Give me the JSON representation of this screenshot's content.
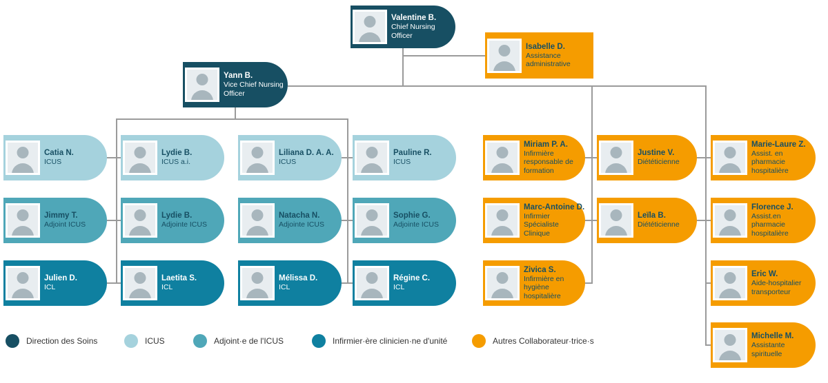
{
  "colors": {
    "navy": "#174f63",
    "light_blue": "#a5d2dd",
    "teal": "#4fa7b8",
    "dark_teal": "#0f80a0",
    "orange": "#f59c00",
    "connector": "#9a9a9a",
    "text_dark": "#174f63",
    "text_light": "#ffffff"
  },
  "people": {
    "valentine": {
      "name": "Valentine B.",
      "role": "Chief Nursing Officer"
    },
    "isabelle": {
      "name": "Isabelle D.",
      "role": "Assistance administrative"
    },
    "yann": {
      "name": "Yann B.",
      "role": "Vice Chief Nursing Officer"
    },
    "catia": {
      "name": "Catia N.",
      "role": "ICUS"
    },
    "jimmy": {
      "name": "Jimmy T.",
      "role": "Adjoint ICUS"
    },
    "julien": {
      "name": "Julien D.",
      "role": "ICL"
    },
    "lydie1": {
      "name": "Lydie B.",
      "role": "ICUS a.i."
    },
    "lydie2": {
      "name": "Lydie B.",
      "role": "Adjointe ICUS"
    },
    "laetita": {
      "name": "Laetita S.",
      "role": "ICL"
    },
    "liliana": {
      "name": "Liliana D. A. A.",
      "role": "ICUS"
    },
    "natacha": {
      "name": "Natacha N.",
      "role": "Adjointe ICUS"
    },
    "melissa": {
      "name": "Mélissa D.",
      "role": "ICL"
    },
    "pauline": {
      "name": "Pauline R.",
      "role": "ICUS"
    },
    "sophie": {
      "name": "Sophie G.",
      "role": "Adjointe ICUS"
    },
    "regine": {
      "name": "Régine C.",
      "role": "ICL"
    },
    "miriam": {
      "name": "Miriam P. A.",
      "role": "Infirmière responsable de formation"
    },
    "marcantoine": {
      "name": "Marc-Antoine D.",
      "role": "Infirmier Spécialiste Clinique"
    },
    "zivica": {
      "name": "Zivica S.",
      "role": "Infirmière en hygiène hospitalière"
    },
    "justine": {
      "name": "Justine V.",
      "role": "Diététicienne"
    },
    "leila": {
      "name": "Leïla B.",
      "role": "Diététicienne"
    },
    "marielaure": {
      "name": "Marie-Laure Z.",
      "role": "Assist. en pharmacie hospitalière"
    },
    "florence": {
      "name": "Florence J.",
      "role": "Assist.en pharmacie hospitalière"
    },
    "eric": {
      "name": "Eric W.",
      "role": "Aide-hospitalier transporteur"
    },
    "michelle": {
      "name": "Michelle M.",
      "role": "Assistante spirituelle"
    }
  },
  "legend": [
    {
      "label": "Direction des Soins",
      "color": "#174f63"
    },
    {
      "label": "ICUS",
      "color": "#a5d2dd"
    },
    {
      "label": "Adjoint·e de l'ICUS",
      "color": "#4fa7b8"
    },
    {
      "label": "Infirmier·ère clinicien·ne d'unité",
      "color": "#0f80a0"
    },
    {
      "label": "Autres Collaborateur·trice·s",
      "color": "#f59c00"
    }
  ]
}
